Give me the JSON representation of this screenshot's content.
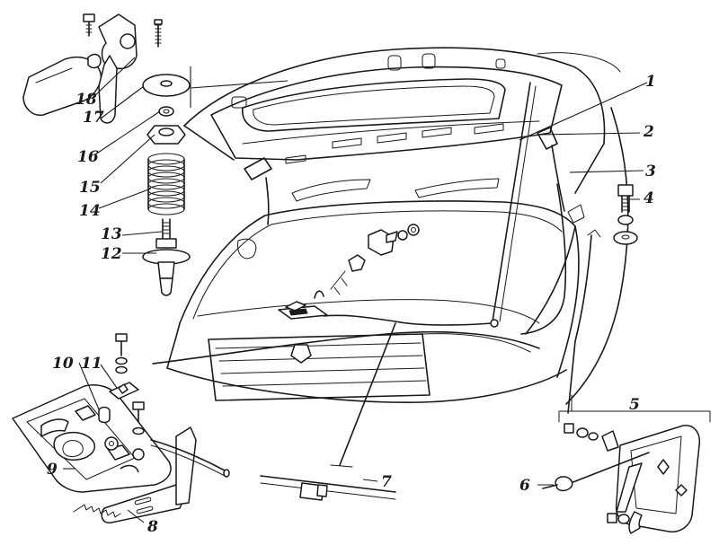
{
  "diagram": {
    "callouts": [
      {
        "id": "c1",
        "text": "1"
      },
      {
        "id": "c2",
        "text": "2"
      },
      {
        "id": "c3",
        "text": "3"
      },
      {
        "id": "c4",
        "text": "4"
      },
      {
        "id": "c5",
        "text": "5"
      },
      {
        "id": "c6",
        "text": "6"
      },
      {
        "id": "c7",
        "text": "7"
      },
      {
        "id": "c8",
        "text": "8"
      },
      {
        "id": "c9",
        "text": "9"
      },
      {
        "id": "c10",
        "text": "10"
      },
      {
        "id": "c11",
        "text": "11"
      },
      {
        "id": "c12",
        "text": "12"
      },
      {
        "id": "c13",
        "text": "13"
      },
      {
        "id": "c14",
        "text": "14"
      },
      {
        "id": "c15",
        "text": "15"
      },
      {
        "id": "c16",
        "text": "16"
      },
      {
        "id": "c17",
        "text": "17"
      },
      {
        "id": "c18",
        "text": "18"
      }
    ]
  },
  "colors": {
    "line": "#1a1a1a",
    "paper": "#ffffff"
  }
}
